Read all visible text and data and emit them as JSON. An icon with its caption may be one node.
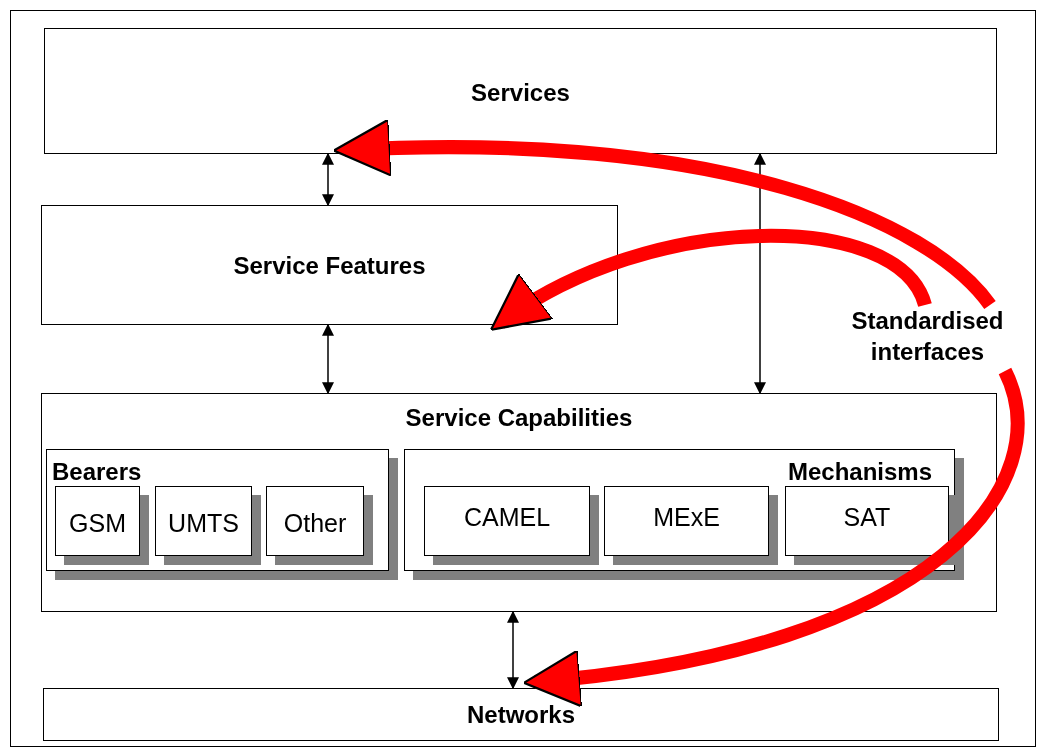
{
  "diagram": {
    "nodes": [
      {
        "text": [
          "Services"
        ]
      },
      {
        "text": [
          "Service Features"
        ]
      },
      {
        "text": [
          "Service Capabilities"
        ]
      },
      {
        "text": [
          "Bearers"
        ],
        "in": 2
      },
      {
        "text": [
          "GSM"
        ],
        "in": 3
      },
      {
        "text": [
          "UMTS"
        ],
        "in": 3
      },
      {
        "text": [
          "Other"
        ],
        "in": 3
      },
      {
        "text": [
          "Mechanisms"
        ],
        "in": 2
      },
      {
        "text": [
          "CAMEL"
        ],
        "in": 7
      },
      {
        "text": [
          "MExE"
        ],
        "in": 7
      },
      {
        "text": [
          "SAT"
        ],
        "in": 7
      },
      {
        "text": [
          "Networks"
        ]
      },
      {
        "text": [
          "Standardised interfaces"
        ]
      }
    ],
    "edges": [
      {
        "from": 0,
        "to": 1,
        "arrow": "both"
      },
      {
        "from": 1,
        "to": 2,
        "arrow": "both"
      },
      {
        "from": 0,
        "to": 2,
        "arrow": "both"
      },
      {
        "from": 2,
        "to": 11,
        "arrow": "both"
      },
      {
        "from": 12,
        "to": 0,
        "arrow": "to",
        "style": "thick",
        "color": "#ff0000"
      },
      {
        "from": 12,
        "to": 1,
        "arrow": "to",
        "style": "thick",
        "color": "#ff0000"
      },
      {
        "from": 12,
        "to": 11,
        "arrow": "to",
        "style": "thick",
        "color": "#ff0000"
      }
    ]
  }
}
